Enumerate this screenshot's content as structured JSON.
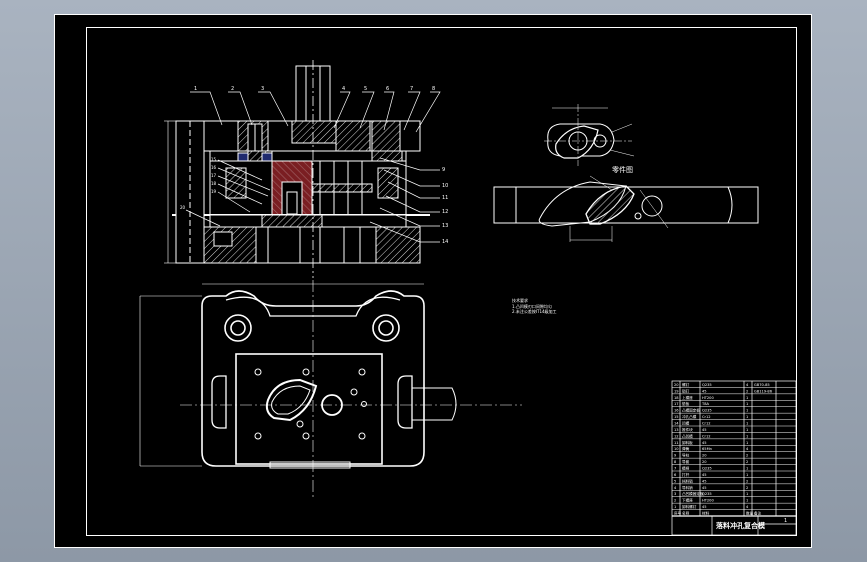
{
  "labels": {
    "detail_view": "零件图",
    "notes_heading": "技术要求",
    "note_1": "1.凸凹模刃口间隙均匀",
    "note_2": "2.未注公差按IT14级加工",
    "title_text": "落料冲孔复合模",
    "title_code": "1"
  },
  "colors": {
    "background": "#000000",
    "frame": "#ffffff",
    "section_fill": "#1f2a6e",
    "punch_fill": "#7a1e22",
    "hatch": "#d8d8d8",
    "part_fill": "#e8e8e8"
  },
  "bom_rows": [
    {
      "no": "20",
      "name": "螺钉",
      "qty": "4",
      "mat": "Q235",
      "std": "GB70-85"
    },
    {
      "no": "19",
      "name": "销钉",
      "qty": "2",
      "mat": "45",
      "std": "GB119-86"
    },
    {
      "no": "18",
      "name": "上模座",
      "qty": "1",
      "mat": "HT200",
      "std": ""
    },
    {
      "no": "17",
      "name": "垫板",
      "qty": "1",
      "mat": "T8A",
      "std": ""
    },
    {
      "no": "16",
      "name": "凸模固定板",
      "qty": "1",
      "mat": "Q235",
      "std": ""
    },
    {
      "no": "15",
      "name": "冲孔凸模",
      "qty": "1",
      "mat": "Cr12",
      "std": ""
    },
    {
      "no": "14",
      "name": "凹模",
      "qty": "1",
      "mat": "Cr12",
      "std": ""
    },
    {
      "no": "13",
      "name": "推件块",
      "qty": "1",
      "mat": "45",
      "std": ""
    },
    {
      "no": "12",
      "name": "凸凹模",
      "qty": "1",
      "mat": "Cr12",
      "std": ""
    },
    {
      "no": "11",
      "name": "卸料板",
      "qty": "1",
      "mat": "45",
      "std": ""
    },
    {
      "no": "10",
      "name": "弹簧",
      "qty": "4",
      "mat": "65Mn",
      "std": ""
    },
    {
      "no": "9",
      "name": "导柱",
      "qty": "2",
      "mat": "20",
      "std": ""
    },
    {
      "no": "8",
      "name": "导套",
      "qty": "2",
      "mat": "20",
      "std": ""
    },
    {
      "no": "7",
      "name": "模柄",
      "qty": "1",
      "mat": "Q235",
      "std": ""
    },
    {
      "no": "6",
      "name": "打杆",
      "qty": "1",
      "mat": "45",
      "std": ""
    },
    {
      "no": "5",
      "name": "挡料销",
      "qty": "2",
      "mat": "45",
      "std": ""
    },
    {
      "no": "4",
      "name": "导料销",
      "qty": "2",
      "mat": "45",
      "std": ""
    },
    {
      "no": "3",
      "name": "凸凹模固定板",
      "qty": "1",
      "mat": "Q235",
      "std": ""
    },
    {
      "no": "2",
      "name": "下模座",
      "qty": "1",
      "mat": "HT200",
      "std": ""
    },
    {
      "no": "1",
      "name": "卸料螺钉",
      "qty": "4",
      "mat": "45",
      "std": ""
    }
  ],
  "bom_header": {
    "no": "序号",
    "name": "名称",
    "qty": "数量",
    "mat": "材料",
    "std": "备注"
  },
  "leaders_top": [
    "1",
    "2",
    "3",
    "4",
    "5",
    "6",
    "7",
    "8"
  ],
  "leaders_right": [
    "9",
    "10",
    "11",
    "12",
    "13",
    "14"
  ],
  "leaders_left": [
    "15",
    "16",
    "17",
    "18",
    "19",
    "20"
  ]
}
